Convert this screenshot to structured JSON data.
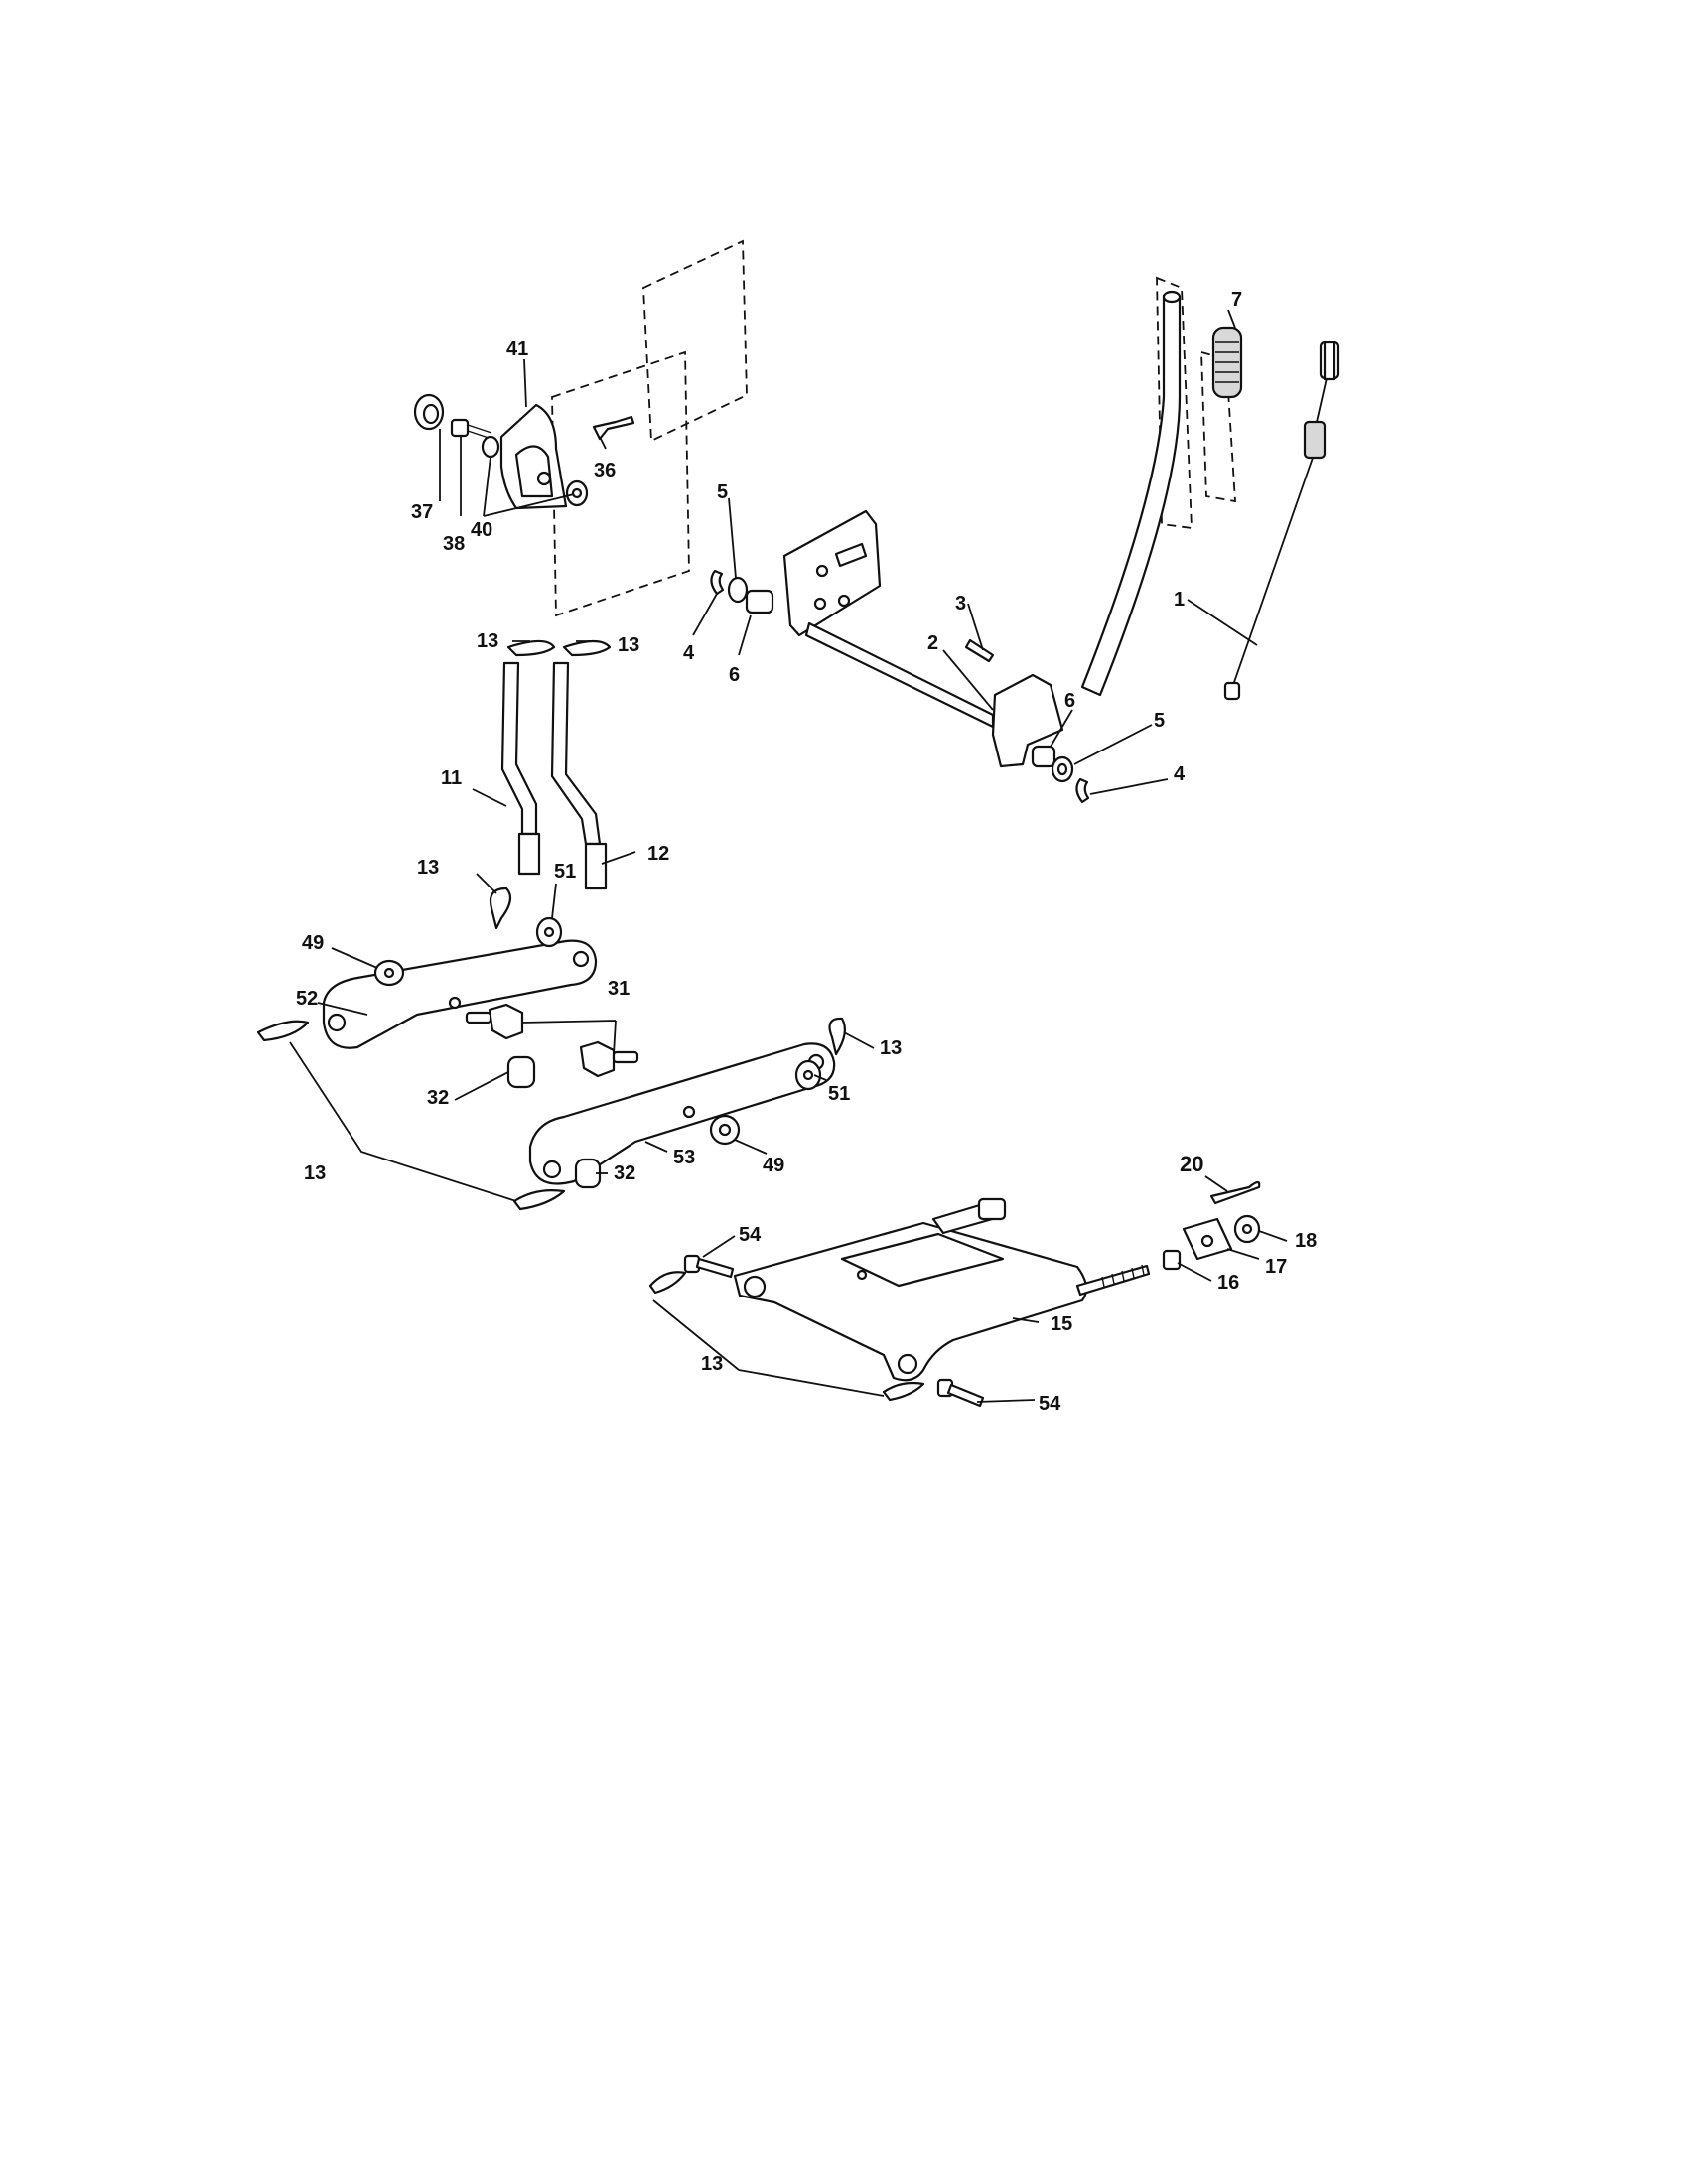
{
  "callouts": {
    "c1": "1",
    "c2": "2",
    "c3": "3",
    "c4a": "4",
    "c4b": "4",
    "c5a": "5",
    "c5b": "5",
    "c6a": "6",
    "c6b": "6",
    "c7": "7",
    "c11": "11",
    "c12": "12",
    "c13a": "13",
    "c13b": "13",
    "c13c": "13",
    "c13d": "13",
    "c13e": "13",
    "c13f": "13",
    "c15": "15",
    "c16": "16",
    "c17": "17",
    "c18": "18",
    "c20": "20",
    "c31": "31",
    "c32a": "32",
    "c32b": "32",
    "c36": "36",
    "c37": "37",
    "c38": "38",
    "c40": "40",
    "c41": "41",
    "c49a": "49",
    "c49b": "49",
    "c51a": "51",
    "c51b": "51",
    "c52": "52",
    "c53": "53",
    "c54a": "54",
    "c54b": "54"
  }
}
